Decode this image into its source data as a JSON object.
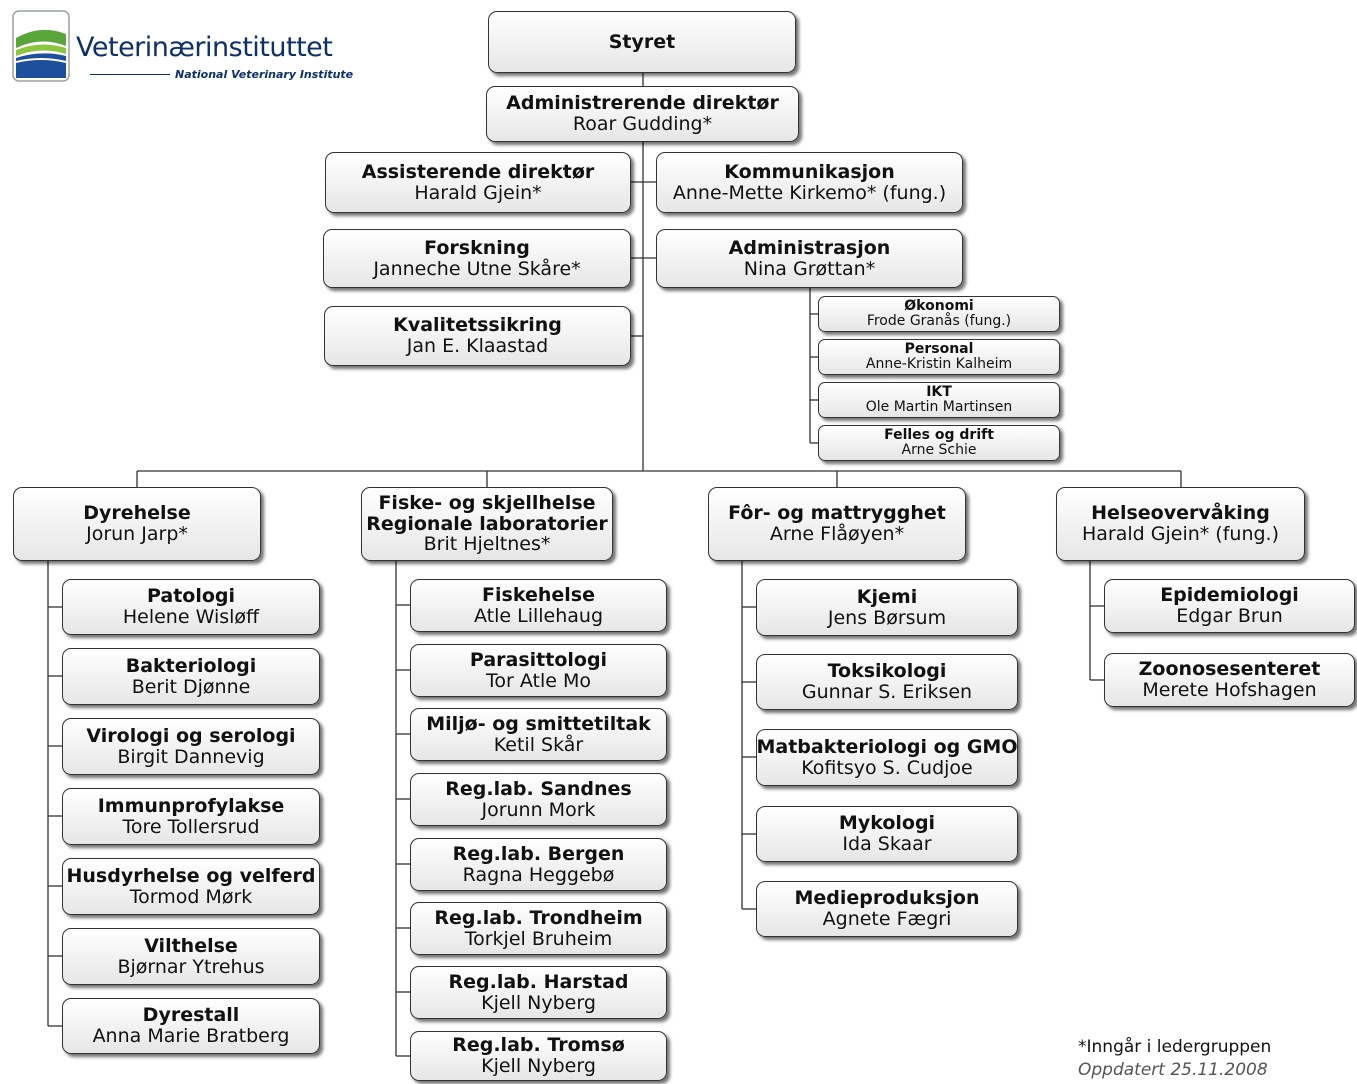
{
  "logo": {
    "name": "Veterinærinstituttet",
    "subtitle": "National Veterinary Institute",
    "colors": {
      "blue": "#1d4f9c",
      "green": "#5aa63a",
      "grey": "#9aa0a6"
    }
  },
  "top": {
    "board": {
      "title": "Styret",
      "name": ""
    },
    "director": {
      "title": "Administrerende direktør",
      "name": "Roar Gudding*"
    }
  },
  "staff_left": [
    {
      "title": "Assisterende direktør",
      "name": "Harald Gjein*"
    },
    {
      "title": "Forskning",
      "name": "Janneche Utne Skåre*"
    },
    {
      "title": "Kvalitetssikring",
      "name": "Jan E. Klaastad"
    }
  ],
  "staff_right": [
    {
      "title": "Kommunikasjon",
      "name": "Anne-Mette Kirkemo* (fung.)"
    },
    {
      "title": "Administrasjon",
      "name": "Nina Grøttan*"
    }
  ],
  "admin_units": [
    {
      "title": "Økonomi",
      "name": "Frode Granås (fung.)"
    },
    {
      "title": "Personal",
      "name": "Anne-Kristin Kalheim"
    },
    {
      "title": "IKT",
      "name": "Ole Martin Martinsen"
    },
    {
      "title": "Felles og drift",
      "name": "Arne Schie"
    }
  ],
  "divisions": [
    {
      "title": "Dyrehelse",
      "name": "Jorun Jarp*",
      "units": [
        {
          "title": "Patologi",
          "name": "Helene Wisløff"
        },
        {
          "title": "Bakteriologi",
          "name": "Berit Djønne"
        },
        {
          "title": "Virologi og serologi",
          "name": "Birgit Dannevig"
        },
        {
          "title": "Immunprofylakse",
          "name": "Tore Tollersrud"
        },
        {
          "title": "Husdyrhelse og velferd",
          "name": "Tormod Mørk"
        },
        {
          "title": "Vilthelse",
          "name": "Bjørnar Ytrehus"
        },
        {
          "title": "Dyrestall",
          "name": "Anna Marie Bratberg"
        }
      ]
    },
    {
      "title": "Fiske- og skjellhelse",
      "title2": "Regionale laboratorier",
      "name": "Brit Hjeltnes*",
      "units": [
        {
          "title": "Fiskehelse",
          "name": "Atle Lillehaug"
        },
        {
          "title": "Parasittologi",
          "name": "Tor Atle Mo"
        },
        {
          "title": "Miljø- og smittetiltak",
          "name": "Ketil Skår"
        },
        {
          "title": "Reg.lab. Sandnes",
          "name": "Jorunn Mork"
        },
        {
          "title": "Reg.lab. Bergen",
          "name": "Ragna Heggebø"
        },
        {
          "title": "Reg.lab. Trondheim",
          "name": "Torkjel Bruheim"
        },
        {
          "title": "Reg.lab. Harstad",
          "name": "Kjell Nyberg"
        },
        {
          "title": "Reg.lab. Tromsø",
          "name": "Kjell Nyberg"
        }
      ]
    },
    {
      "title": "Fôr- og mattrygghet",
      "name": "Arne Flåøyen*",
      "units": [
        {
          "title": "Kjemi",
          "name": "Jens Børsum"
        },
        {
          "title": "Toksikologi",
          "name": "Gunnar S. Eriksen"
        },
        {
          "title": "Matbakteriologi og GMO",
          "name": "Kofitsyo S. Cudjoe"
        },
        {
          "title": "Mykologi",
          "name": "Ida Skaar"
        },
        {
          "title": "Medieproduksjon",
          "name": "Agnete Fægri"
        }
      ]
    },
    {
      "title": "Helseovervåking",
      "name": "Harald Gjein* (fung.)",
      "units": [
        {
          "title": "Epidemiologi",
          "name": "Edgar Brun"
        },
        {
          "title": "Zoonosesenteret",
          "name": "Merete Hofshagen"
        }
      ]
    }
  ],
  "footnote": "*Inngår i ledergruppen",
  "updated": "Oppdatert 25.11.2008"
}
